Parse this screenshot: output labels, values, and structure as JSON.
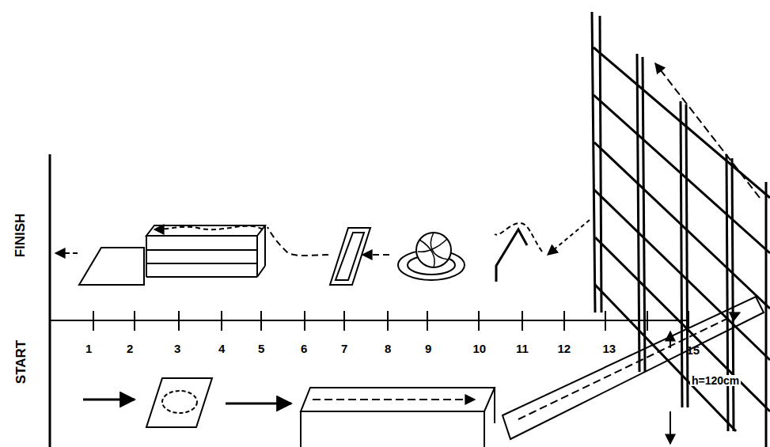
{
  "diagram": {
    "labels": [
      "FINISH",
      "START",
      "1",
      "2",
      "3",
      "4",
      "5",
      "6",
      "7",
      "8",
      "9",
      "10",
      "11",
      "12",
      "13",
      "15",
      "h=120cm"
    ]
  }
}
